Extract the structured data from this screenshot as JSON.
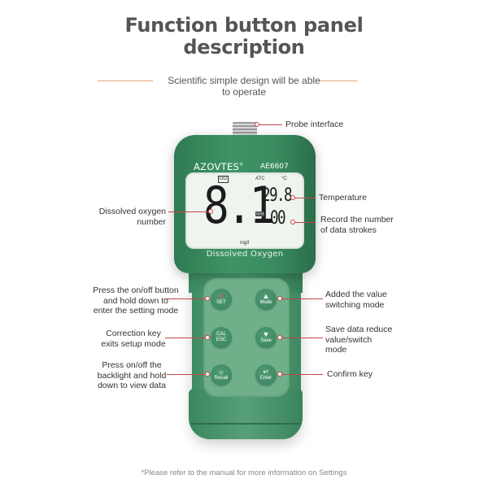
{
  "header": {
    "title_line1": "Function button panel",
    "title_line2": "description",
    "subtitle_line1": "Scientific simple design will be able",
    "subtitle_line2": "to operate"
  },
  "device": {
    "brand": "AZOVTES",
    "brand_mark": "®",
    "model": "AE6607",
    "name": "Dissolved Oxygen",
    "lcd": {
      "mode_tag": "DO",
      "atc": "ATC",
      "temp_unit": "°C",
      "main_value": "8.1",
      "temperature": "29.8",
      "mem_tag": "MEM",
      "record_count": "00",
      "unit": "mg/l"
    },
    "buttons": [
      {
        "id": "set",
        "icon": "power-icon",
        "glyph": "⏻",
        "label": "SET"
      },
      {
        "id": "mode",
        "icon": "up-triangle-icon",
        "glyph": "▲",
        "label": "Mode"
      },
      {
        "id": "cal",
        "icon": "",
        "glyph": "CAL",
        "label": "ESC"
      },
      {
        "id": "save",
        "icon": "down-triangle-icon",
        "glyph": "▼",
        "label": "Save"
      },
      {
        "id": "recall",
        "icon": "backlight-icon",
        "glyph": "☼",
        "label": "Recall"
      },
      {
        "id": "enter",
        "icon": "enter-icon",
        "glyph": "↵",
        "label": "Enter"
      }
    ]
  },
  "callouts": {
    "probe": "Probe interface",
    "temperature": "Temperature",
    "records_line1": "Record the number",
    "records_line2": "of data strokes",
    "do_line1": "Dissolved oxygen",
    "do_line2": "number",
    "set_line1": "Press the on/off button",
    "set_line2": "and hold down to",
    "set_line3": "enter the setting mode",
    "cal_line1": "Correction key",
    "cal_line2": "exits setup mode",
    "recall_line1": "Press on/off the",
    "recall_line2": "backlight and hold",
    "recall_line3": "down to view data",
    "mode_line1": "Added the value",
    "mode_line2": "switching mode",
    "save_line1": "Save data reduce",
    "save_line2": "value/switch",
    "save_line3": "mode",
    "enter": "Confirm key"
  },
  "footer": {
    "note": "*Please refer to the manual for more information on Settings"
  },
  "colors": {
    "device_green": "#3e9466",
    "callout_red": "#c9424a",
    "subtitle_accent": "#e8a37a",
    "title_gray": "#555555"
  }
}
